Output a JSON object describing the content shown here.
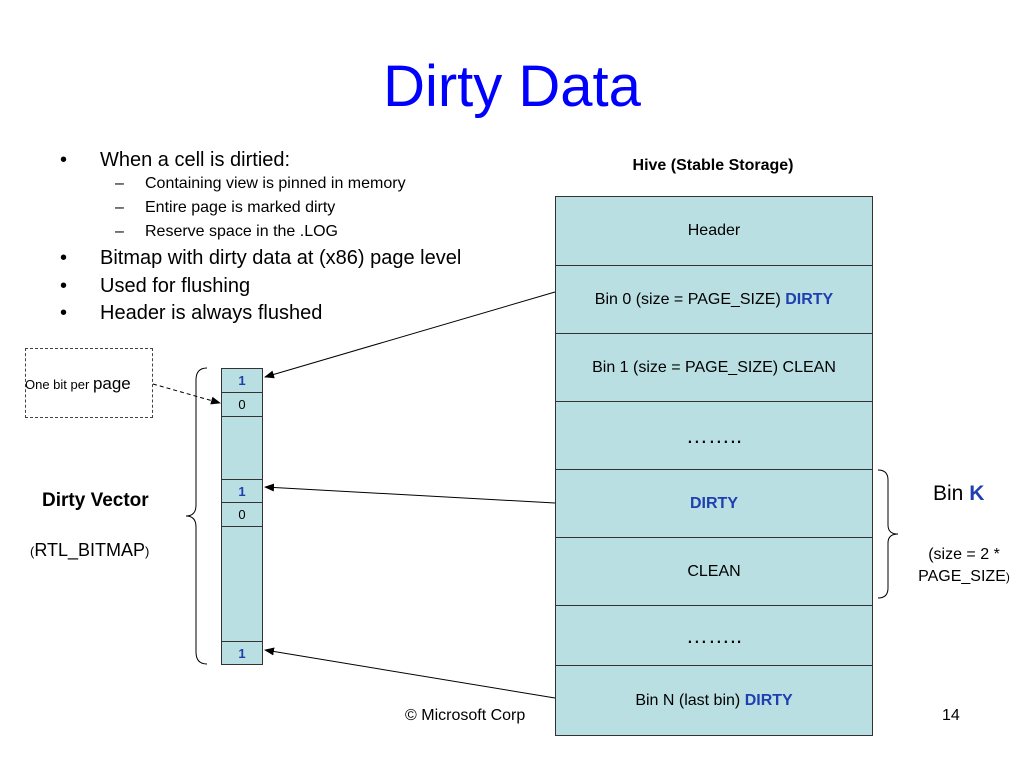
{
  "title": "Dirty Data",
  "bullets": [
    {
      "text": "When a cell is dirtied:",
      "sub": [
        "Containing view is pinned in memory",
        "Entire page is marked dirty",
        "Reserve space in the .LOG"
      ]
    },
    {
      "text": "Bitmap with dirty data at (x86) page level"
    },
    {
      "text": "Used for flushing"
    },
    {
      "text": "Header is always flushed"
    }
  ],
  "bullet_symbol": "•",
  "dash_symbol": "–",
  "hive": {
    "title": "Hive (Stable Storage)",
    "cells": {
      "header": "Header",
      "bin0_text": "Bin 0 (size = PAGE_SIZE) ",
      "bin0_status": "DIRTY",
      "bin1": "Bin 1 (size = PAGE_SIZE) CLEAN",
      "ellipsis1": "……..",
      "dirty": "DIRTY",
      "clean": "CLEAN",
      "ellipsis2": "……..",
      "binN_text": "Bin N (last bin) ",
      "binN_status": "DIRTY"
    }
  },
  "bitmap": {
    "bits": [
      "1",
      "0",
      "1",
      "0",
      "1"
    ]
  },
  "dirty_vector": {
    "label": "Dirty Vector",
    "paren_open": "(",
    "type": "RTL_BITMAP",
    "paren_close": ")"
  },
  "callout": {
    "small": "One bit per ",
    "big": "page"
  },
  "bin_k": {
    "label": "Bin ",
    "k": "K",
    "size_line1": "(size = 2 *",
    "size_line2": "PAGE_SIZE",
    "size_paren": ")"
  },
  "footer": "© Microsoft Corp",
  "page_number": "14",
  "colors": {
    "title": "#0000ff",
    "cell_fill": "#b9dfe2",
    "dirty_text": "#1f3fb0"
  }
}
